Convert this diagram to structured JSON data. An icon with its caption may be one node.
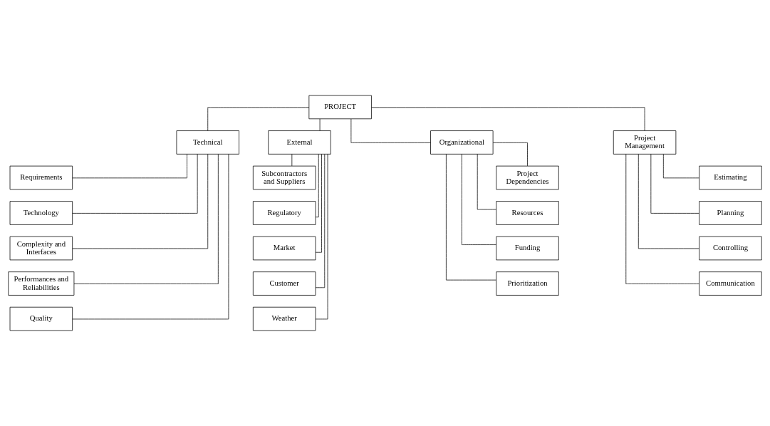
{
  "diagram": {
    "nodes": [
      {
        "text": [
          "PROJECT"
        ]
      },
      {
        "text": [
          "Technical"
        ]
      },
      {
        "text": [
          "External"
        ]
      },
      {
        "text": [
          "Organizational"
        ]
      },
      {
        "text": [
          "Project Management"
        ]
      },
      {
        "text": [
          "Requirements"
        ]
      },
      {
        "text": [
          "Technology"
        ]
      },
      {
        "text": [
          "Complexity and Interfaces"
        ]
      },
      {
        "text": [
          "Performances and Reliabilities"
        ]
      },
      {
        "text": [
          "Quality"
        ]
      },
      {
        "text": [
          "Subcontractors and Suppliers"
        ]
      },
      {
        "text": [
          "Regulatory"
        ]
      },
      {
        "text": [
          "Market"
        ]
      },
      {
        "text": [
          "Customer"
        ]
      },
      {
        "text": [
          "Weather"
        ]
      },
      {
        "text": [
          "Project Dependencies"
        ]
      },
      {
        "text": [
          "Resources"
        ]
      },
      {
        "text": [
          "Funding"
        ]
      },
      {
        "text": [
          "Prioritization"
        ]
      },
      {
        "text": [
          "Estimating"
        ]
      },
      {
        "text": [
          "Planning"
        ]
      },
      {
        "text": [
          "Controlling"
        ]
      },
      {
        "text": [
          "Communication"
        ]
      }
    ],
    "edges": [
      {
        "from": 0,
        "to": 1,
        "arrow": "none"
      },
      {
        "from": 0,
        "to": 2,
        "arrow": "none"
      },
      {
        "from": 0,
        "to": 3,
        "arrow": "none"
      },
      {
        "from": 0,
        "to": 4,
        "arrow": "none"
      },
      {
        "from": 1,
        "to": 5,
        "arrow": "none"
      },
      {
        "from": 1,
        "to": 6,
        "arrow": "none"
      },
      {
        "from": 1,
        "to": 7,
        "arrow": "none"
      },
      {
        "from": 1,
        "to": 8,
        "arrow": "none"
      },
      {
        "from": 1,
        "to": 9,
        "arrow": "none"
      },
      {
        "from": 2,
        "to": 10,
        "arrow": "none"
      },
      {
        "from": 2,
        "to": 11,
        "arrow": "none"
      },
      {
        "from": 2,
        "to": 12,
        "arrow": "none"
      },
      {
        "from": 2,
        "to": 13,
        "arrow": "none"
      },
      {
        "from": 2,
        "to": 14,
        "arrow": "none"
      },
      {
        "from": 3,
        "to": 15,
        "arrow": "none"
      },
      {
        "from": 3,
        "to": 16,
        "arrow": "none"
      },
      {
        "from": 3,
        "to": 17,
        "arrow": "none"
      },
      {
        "from": 3,
        "to": 18,
        "arrow": "none"
      },
      {
        "from": 4,
        "to": 19,
        "arrow": "none"
      },
      {
        "from": 4,
        "to": 20,
        "arrow": "none"
      },
      {
        "from": 4,
        "to": 21,
        "arrow": "none"
      },
      {
        "from": 4,
        "to": 22,
        "arrow": "none"
      }
    ]
  }
}
